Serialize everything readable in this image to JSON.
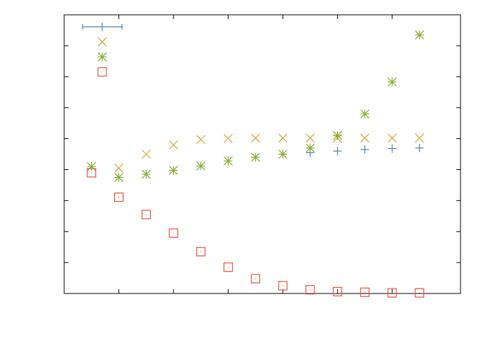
{
  "chart_data": {
    "type": "scatter",
    "title": "",
    "xlabel": "",
    "ylabel": "",
    "grid": false,
    "legend_placement": "top-left",
    "x": [
      1,
      2,
      3,
      4,
      5,
      6,
      7,
      8,
      9,
      10,
      11,
      12,
      13
    ],
    "xlim": [
      0,
      14.5
    ],
    "ylim": [
      0,
      9
    ],
    "series": [
      {
        "marker": "plus",
        "color": "#4f7fb8",
        "legend_marker": "errorbar-plus",
        "values": [
          null,
          null,
          null,
          null,
          null,
          null,
          null,
          4.5,
          4.55,
          4.6,
          4.65,
          4.68,
          4.7
        ]
      },
      {
        "marker": "cross",
        "color": "#e0a030",
        "values": [
          null,
          4.05,
          4.5,
          4.8,
          4.97,
          5.01,
          5.02,
          5.02,
          5.02,
          5.02,
          5.02,
          5.02,
          5.02
        ]
      },
      {
        "marker": "star",
        "color": "#7fae2e",
        "values": [
          4.1,
          3.75,
          3.85,
          3.98,
          4.12,
          4.28,
          4.4,
          4.5,
          4.7,
          5.1,
          5.8,
          6.83,
          8.35
        ]
      },
      {
        "marker": "square",
        "color": "#e8543a",
        "values": [
          3.9,
          3.11,
          2.55,
          1.95,
          1.35,
          0.85,
          0.48,
          0.25,
          0.12,
          0.06,
          0.04,
          0.02,
          0.02
        ]
      }
    ]
  }
}
